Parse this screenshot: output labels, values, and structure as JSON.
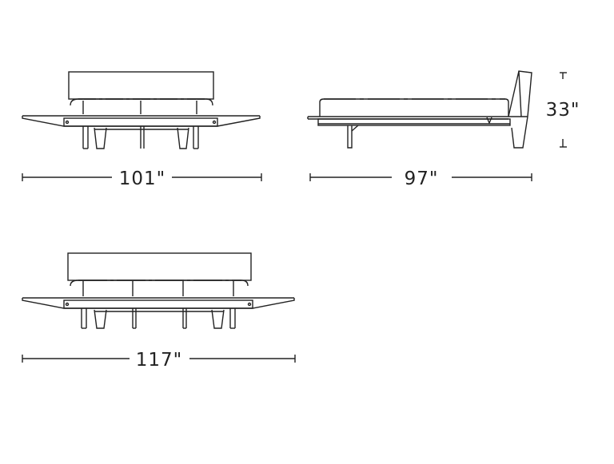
{
  "colors": {
    "stroke": "#222222",
    "background": "#ffffff"
  },
  "dimensions": {
    "front_width": "101\"",
    "side_length": "97\"",
    "height": "33\"",
    "wide_front_width": "117\""
  }
}
